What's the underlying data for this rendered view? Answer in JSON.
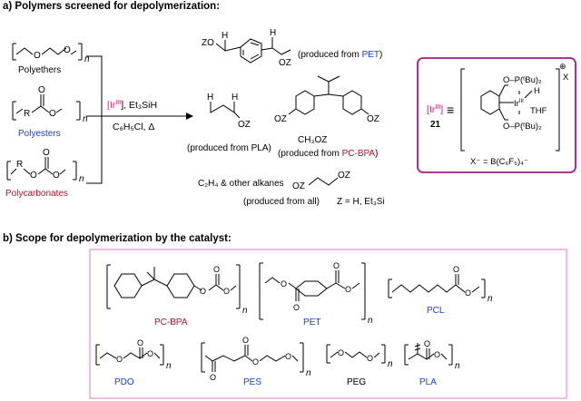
{
  "section_a": {
    "title": "a) Polymers screened for depolymerization:",
    "polymers": [
      {
        "name": "Polyethers",
        "color": "#000000"
      },
      {
        "name": "Polyesters",
        "color": "#1a3fd6"
      },
      {
        "name": "Polycarbonates",
        "color": "#b0122a"
      }
    ],
    "reagents_line1": "[Ir",
    "reagents_ir_sup": "III",
    "reagents_line1_rest": "], Et₃SiH",
    "reagents_line2": "C₆H₅Cl, Δ",
    "products": {
      "pet_note_pre": "(produced from ",
      "pet_note_src": "PET",
      "pet_note_post": ")",
      "pla_note": "(produced from PLA)",
      "methanol": "CH₃OZ",
      "pcbpa_note_pre": "(produced from ",
      "pcbpa_note_src": "PC-BPA",
      "pcbpa_note_post": ")",
      "alkanes": "C₂H₄ & other alkanes",
      "all_note": "(produced from all)",
      "z_def": "Z = H, Et₃Si"
    },
    "catalyst": {
      "ir_label": "[Ir",
      "ir_sup": "III",
      "ir_label_end": "]",
      "number": "21",
      "equiv": "≡",
      "p_top": "O–P(ᵗBu)₂",
      "p_bottom": "O–P(ᵗBu)₂",
      "ir_center": "Ir",
      "ir_center_sup": "III",
      "h": "H",
      "thf": "THF",
      "charge_plus": "⊕",
      "x_minus": "X",
      "anion": "X⁻ = B(C₆F₅)₄⁻",
      "border_color": "#a21c8c"
    }
  },
  "section_b": {
    "title": "b) Scope for depolymerization by the catalyst:",
    "border_color": "#e38fd6",
    "scope": [
      {
        "name": "PC-BPA",
        "color": "#b0122a"
      },
      {
        "name": "PET",
        "color": "#1a3fd6"
      },
      {
        "name": "PCL",
        "color": "#1a3fd6"
      },
      {
        "name": "PDO",
        "color": "#1a3fd6"
      },
      {
        "name": "PES",
        "color": "#1a3fd6"
      },
      {
        "name": "PEG",
        "color": "#000000"
      },
      {
        "name": "PLA",
        "color": "#1a3fd6"
      }
    ],
    "repeat_symbol": "n"
  },
  "atoms": {
    "O": "O",
    "R": "R",
    "Z": "Z",
    "OZ": "OZ",
    "ZO": "ZO",
    "H": "H"
  }
}
